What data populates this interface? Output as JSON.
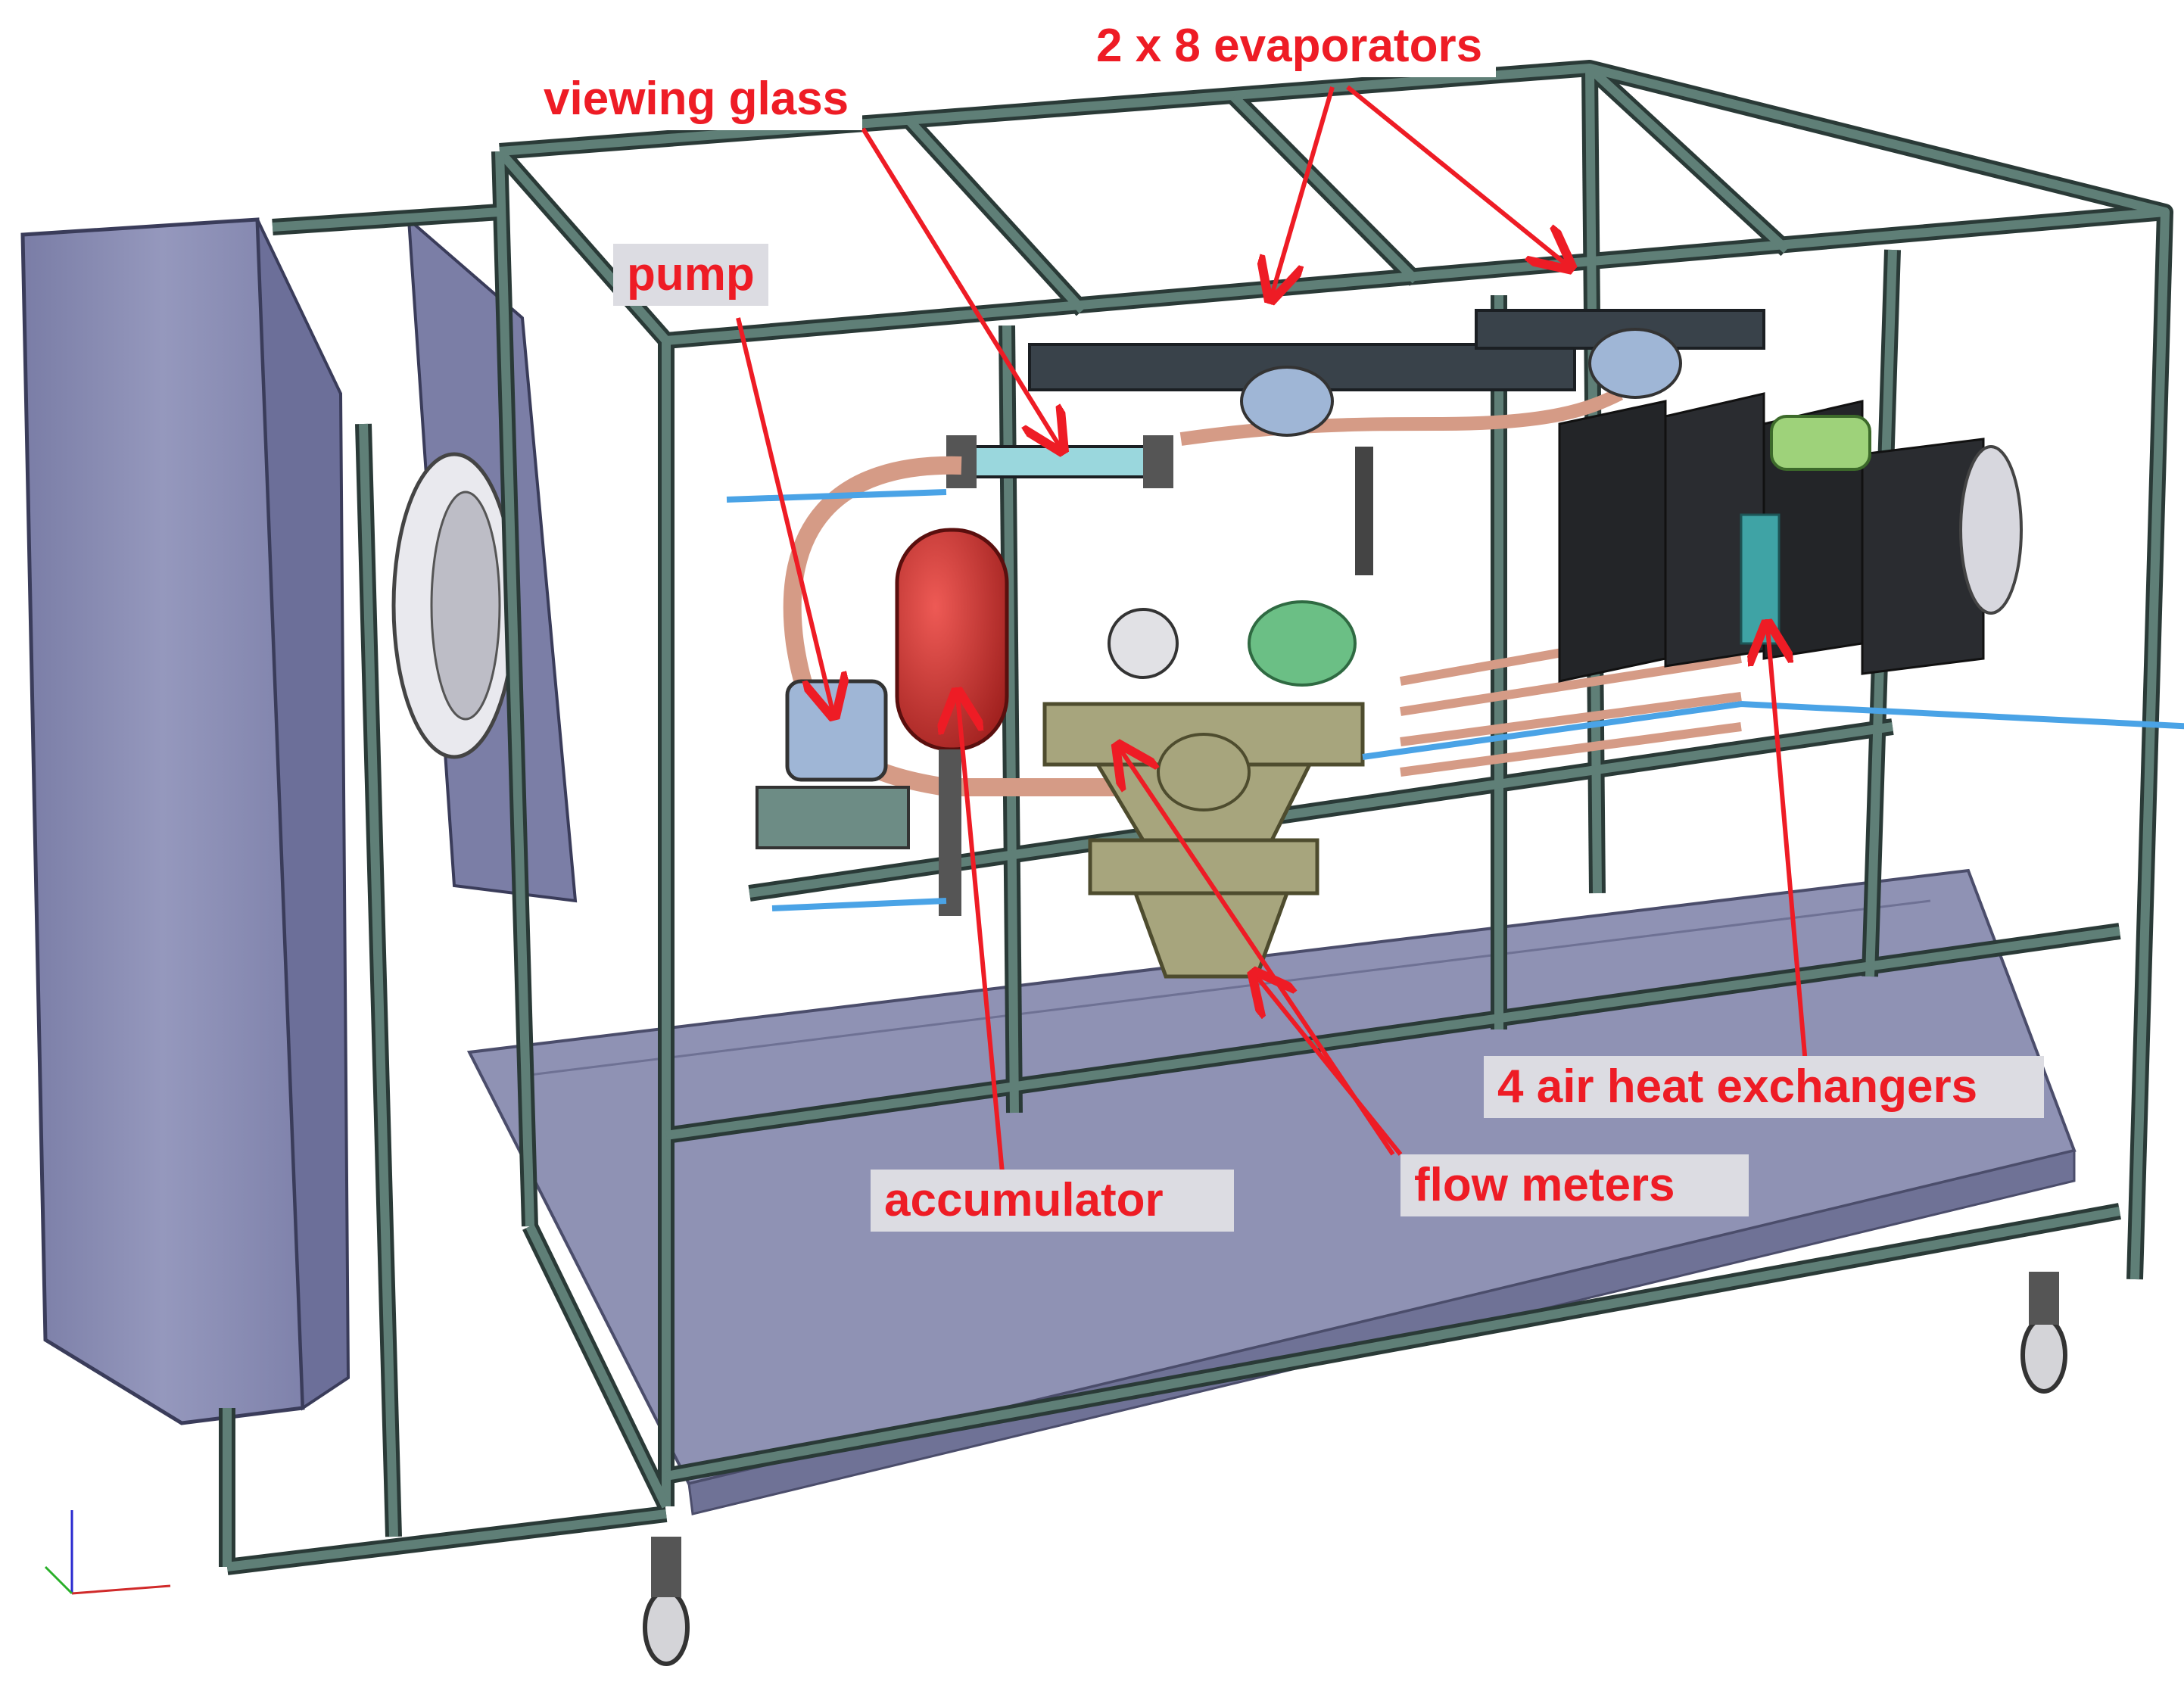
{
  "labels": {
    "evaporators": "2 x 8 evaporators",
    "viewing_glass": "viewing glass",
    "pump": "pump",
    "air_heat_exchangers": "4 air heat exchangers",
    "flow_meters": "flow meters",
    "accumulator": "accumulator"
  },
  "colors": {
    "annotation": "#ee1c25",
    "label_background": "#dcdce2",
    "frame": "#4d6b64",
    "frame_dark": "#2a3a37",
    "panel": "#8d90b5",
    "panel_dark": "#6c6f99",
    "floor": "#8f92b4",
    "accumulator": "#c72c2b",
    "pipe": "#d59b86",
    "flow_meter": "#a7a57d",
    "coolant_line": "#4aa3e6",
    "heat_exchanger": "#232528"
  },
  "icons": [
    "axis-triad-icon"
  ]
}
